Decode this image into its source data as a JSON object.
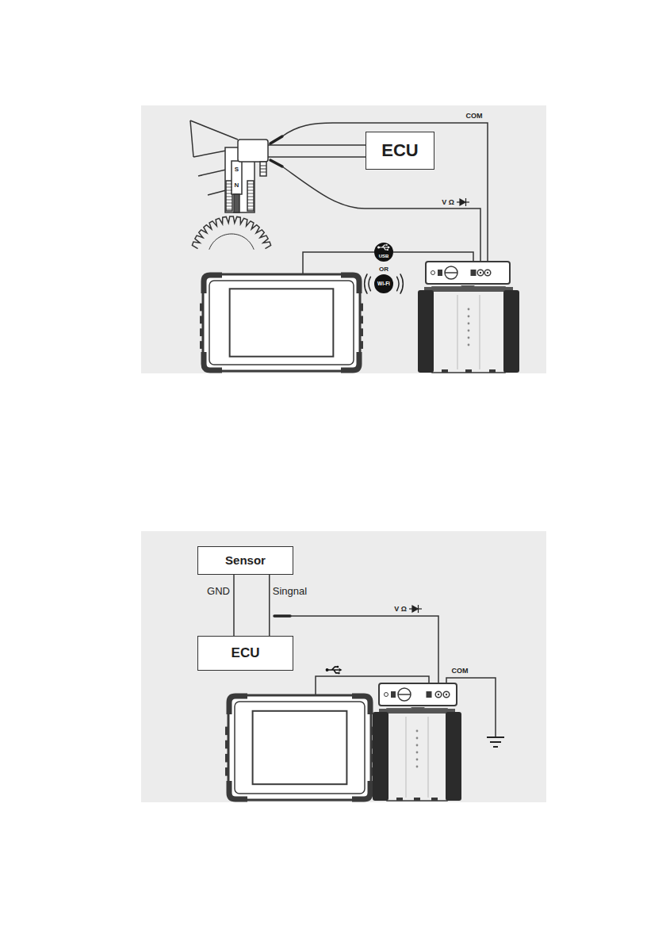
{
  "diagram": {
    "nodes": [
      {
        "text": [
          "ECU"
        ]
      },
      {
        "text": [
          "Sensor"
        ]
      },
      {
        "text": [
          "ECU"
        ]
      }
    ],
    "edges": [
      {
        "from": 1,
        "to": 2,
        "arrow": "none",
        "label": "GND"
      },
      {
        "from": 1,
        "to": 2,
        "arrow": "none",
        "label": "Singnal"
      }
    ],
    "labels": [
      "COM",
      "S",
      "N",
      "V Ω",
      "USB",
      "OR",
      "Wi-Fi",
      "V Ω",
      "COM"
    ]
  }
}
